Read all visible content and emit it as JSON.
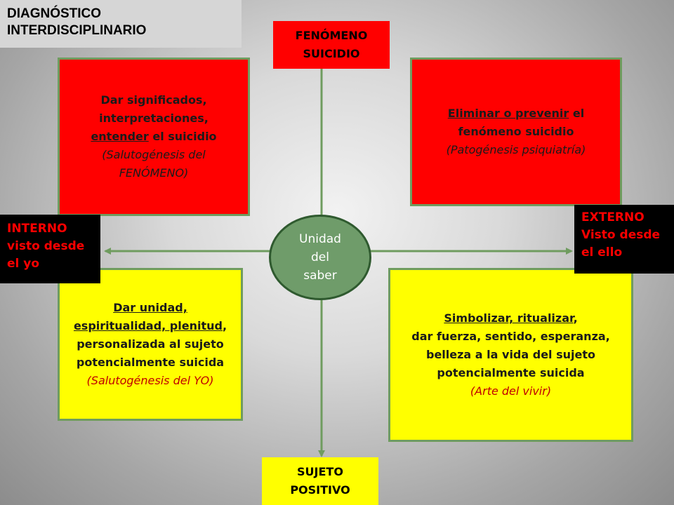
{
  "title": {
    "line1": "DIAGNÓSTICO",
    "line2": "INTERDISCIPLINARIO"
  },
  "axes": {
    "top": {
      "line1": "FENÓMENO",
      "line2": "SUICIDIO"
    },
    "bottom": {
      "line1": "SUJETO",
      "line2": "POSITIVO"
    },
    "left": {
      "line1": "INTERNO",
      "line2": "visto desde",
      "line3": "el yo"
    },
    "right": {
      "line1": "EXTERNO",
      "line2": "Visto desde",
      "line3": "el ello"
    }
  },
  "center": {
    "line1": "Unidad",
    "line2": "del",
    "line3": "saber"
  },
  "quadrants": {
    "top_left": {
      "line1": "Dar significados,",
      "line2": "interpretaciones,",
      "line3_u": "entender",
      "line3_rest": " el suicidio",
      "line4": "(Salutogénesis del",
      "line5": "FENÓMENO)"
    },
    "top_right": {
      "line1_u": "Eliminar o prevenir",
      "line1_rest": " el",
      "line2": "fenómeno suicidio",
      "line3": "(Patogénesis psiquiatría)"
    },
    "bottom_left": {
      "line1_u": "Dar unidad,",
      "line2_u": "espiritualidad, plenitud",
      "line2_rest": ",",
      "line3": "personalizada al sujeto",
      "line4": "potencialmente suicida",
      "line5": "(Salutogénesis del YO)"
    },
    "bottom_right": {
      "line1_u": "Simbolizar, ritualizar",
      "line1_rest": ",",
      "line2": "dar fuerza, sentido, esperanza,",
      "line3": "belleza a la vida del sujeto",
      "line4": "potencialmente suicida",
      "line5": "(Arte del vivir)"
    }
  },
  "colors": {
    "red": "#ff0000",
    "yellow": "#ffff00",
    "axis_green": "#6f9c5f",
    "center_fill": "#6f9c6a",
    "italic_red": "#c00000"
  }
}
